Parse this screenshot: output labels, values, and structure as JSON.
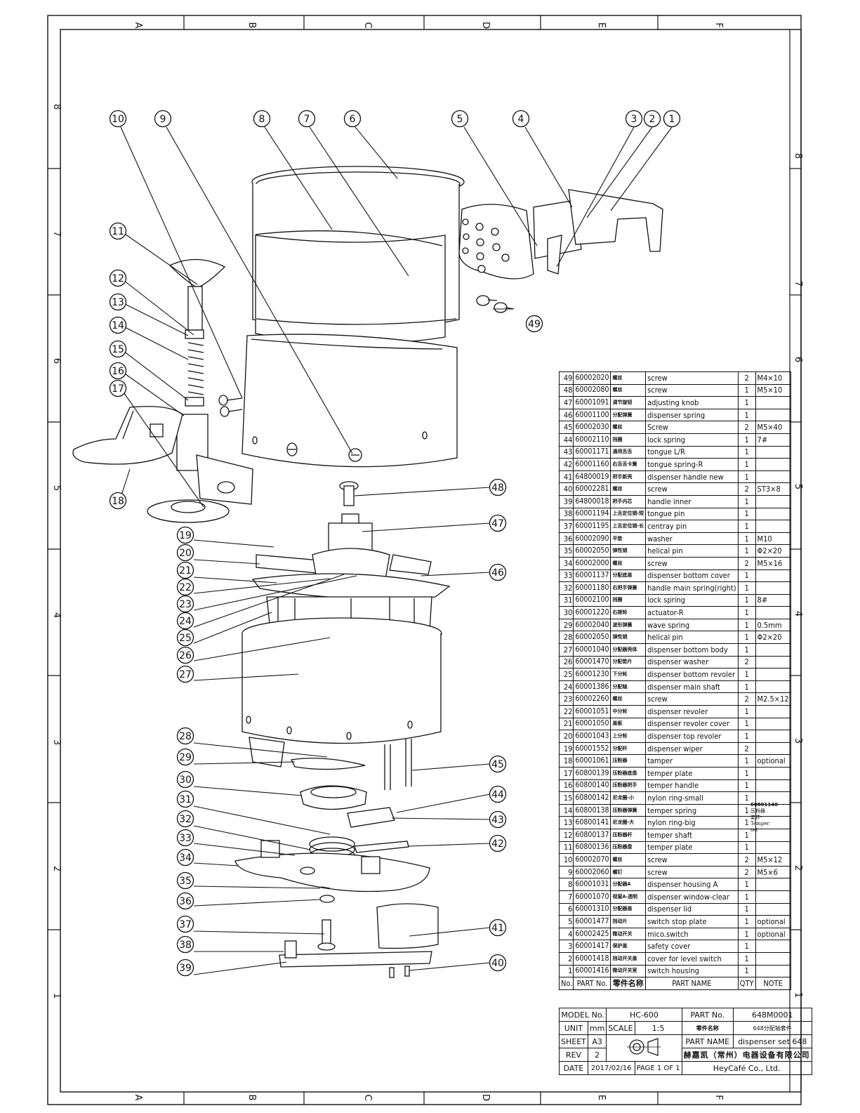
{
  "zones": {
    "columns": [
      "A",
      "B",
      "C",
      "D",
      "E",
      "F"
    ],
    "rows_left": [
      "8",
      "7",
      "6",
      "5",
      "4",
      "3",
      "2",
      "1"
    ],
    "rows_right": [
      "8",
      "7",
      "6",
      "5",
      "4",
      "3",
      "2",
      "1"
    ]
  },
  "balloons": [
    "1",
    "2",
    "3",
    "4",
    "5",
    "6",
    "7",
    "8",
    "9",
    "10",
    "11",
    "12",
    "13",
    "14",
    "15",
    "16",
    "17",
    "18",
    "19",
    "20",
    "21",
    "22",
    "23",
    "24",
    "25",
    "26",
    "27",
    "28",
    "29",
    "30",
    "31",
    "32",
    "33",
    "34",
    "35",
    "36",
    "37",
    "38",
    "39",
    "40",
    "41",
    "42",
    "43",
    "44",
    "45",
    "46",
    "47",
    "48",
    "49"
  ],
  "bom": {
    "rows": [
      {
        "no": "49",
        "pn": "60002020",
        "cn": "螺丝",
        "en": "screw",
        "q": "2",
        "note": "M4×10"
      },
      {
        "no": "48",
        "pn": "60002080",
        "cn": "螺丝",
        "en": "screw",
        "q": "1",
        "note": "M5×10"
      },
      {
        "no": "47",
        "pn": "60001091",
        "cn": "调节旋钮",
        "en": "adjusting knob",
        "q": "1",
        "note": ""
      },
      {
        "no": "46",
        "pn": "60001100",
        "cn": "分配弹簧",
        "en": "dispenser spring",
        "q": "1",
        "note": ""
      },
      {
        "no": "45",
        "pn": "60002030",
        "cn": "螺丝",
        "en": "Screw",
        "q": "2",
        "note": "M5×40"
      },
      {
        "no": "44",
        "pn": "60002110",
        "cn": "挡圈",
        "en": "lock spring",
        "q": "1",
        "note": "7#"
      },
      {
        "no": "43",
        "pn": "60001171",
        "cn": "通用舌舌",
        "en": "tongue L/R",
        "q": "1",
        "note": ""
      },
      {
        "no": "42",
        "pn": "60001160",
        "cn": "右舌舌卡簧",
        "en": "tongue spring-R",
        "q": "1",
        "note": ""
      },
      {
        "no": "41",
        "pn": "64800019",
        "cn": "把手新壳",
        "en": "dispenser handle new",
        "q": "1",
        "note": ""
      },
      {
        "no": "40",
        "pn": "60002281",
        "cn": "螺丝",
        "en": "screw",
        "q": "2",
        "note": "ST3×8"
      },
      {
        "no": "39",
        "pn": "64800018",
        "cn": "把手内芯",
        "en": "handle inner",
        "q": "1",
        "note": ""
      },
      {
        "no": "38",
        "pn": "60001194",
        "cn": "上舌定位销-短",
        "en": "tongue pin",
        "q": "1",
        "note": ""
      },
      {
        "no": "37",
        "pn": "60001195",
        "cn": "上舌定位销-长",
        "en": "centray pin",
        "q": "1",
        "note": ""
      },
      {
        "no": "36",
        "pn": "60002090",
        "cn": "平垫",
        "en": "washer",
        "q": "1",
        "note": "M10"
      },
      {
        "no": "35",
        "pn": "60002050",
        "cn": "弹性销",
        "en": "helical pin",
        "q": "1",
        "note": "Φ2×20"
      },
      {
        "no": "34",
        "pn": "60002000",
        "cn": "螺丝",
        "en": "screw",
        "q": "2",
        "note": "M5×16"
      },
      {
        "no": "33",
        "pn": "60001137",
        "cn": "分配底盖",
        "en": "dispenser bottom cover",
        "q": "1",
        "note": ""
      },
      {
        "no": "32",
        "pn": "60001180",
        "cn": "右把手弹簧",
        "en": "handle main spring(right)",
        "q": "1",
        "note": ""
      },
      {
        "no": "31",
        "pn": "60002100",
        "cn": "挡圈",
        "en": "lock spring",
        "q": "1",
        "note": "8#"
      },
      {
        "no": "30",
        "pn": "60001220",
        "cn": "右拨轮",
        "en": "actuator-R",
        "q": "1",
        "note": ""
      },
      {
        "no": "29",
        "pn": "60002040",
        "cn": "波形弹簧",
        "en": "wave spring",
        "q": "1",
        "note": "0.5mm"
      },
      {
        "no": "28",
        "pn": "60002050",
        "cn": "弹性销",
        "en": "helical pin",
        "q": "1",
        "note": "Φ2×20"
      },
      {
        "no": "27",
        "pn": "60001040",
        "cn": "分配器壳体",
        "en": "dispenser bottom body",
        "q": "1",
        "note": ""
      },
      {
        "no": "26",
        "pn": "60001470",
        "cn": "分配垫片",
        "en": "dispenser washer",
        "q": "2",
        "note": ""
      },
      {
        "no": "25",
        "pn": "60001230",
        "cn": "下分轮",
        "en": "dispenser bottom revoler",
        "q": "1",
        "note": ""
      },
      {
        "no": "24",
        "pn": "60001386",
        "cn": "分配轴",
        "en": "dispenser main shaft",
        "q": "1",
        "note": ""
      },
      {
        "no": "23",
        "pn": "60002260",
        "cn": "螺丝",
        "en": "screw",
        "q": "2",
        "note": "M2.5×12"
      },
      {
        "no": "22",
        "pn": "60001051",
        "cn": "中分轮",
        "en": "dispenser revoler",
        "q": "1",
        "note": ""
      },
      {
        "no": "21",
        "pn": "60001050",
        "cn": "盖板",
        "en": "dispenser revoler cover",
        "q": "1",
        "note": ""
      },
      {
        "no": "20",
        "pn": "60001043",
        "cn": "上分轮",
        "en": "dispenser top revoler",
        "q": "1",
        "note": ""
      },
      {
        "no": "19",
        "pn": "60001552",
        "cn": "分配杆",
        "en": "dispenser wiper",
        "q": "2",
        "note": ""
      },
      {
        "no": "18",
        "pn": "60001061",
        "cn": "压粉器",
        "en": "tamper",
        "q": "1",
        "note": "optional"
      },
      {
        "no": "17",
        "pn": "60800139",
        "cn": "压粉器底盘",
        "en": "temper plate",
        "q": "1",
        "note": ""
      },
      {
        "no": "16",
        "pn": "60800140",
        "cn": "压粉器把手",
        "en": "temper handle",
        "q": "1",
        "note": ""
      },
      {
        "no": "15",
        "pn": "60800142",
        "cn": "尼龙圈-小",
        "en": "nylon ring-small",
        "q": "1",
        "note": ""
      },
      {
        "no": "14",
        "pn": "60800138",
        "cn": "压粉器弹簧",
        "en": "temper spring",
        "q": "1",
        "note": ""
      },
      {
        "no": "13",
        "pn": "60800141",
        "cn": "尼龙圈-大",
        "en": "nylon ring-big",
        "q": "1",
        "note": ""
      },
      {
        "no": "12",
        "pn": "60800137",
        "cn": "压粉器杆",
        "en": "temper shaft",
        "q": "1",
        "note": ""
      },
      {
        "no": "11",
        "pn": "60800136",
        "cn": "压粉器盘",
        "en": "temper plate",
        "q": "1",
        "note": ""
      },
      {
        "no": "10",
        "pn": "60002070",
        "cn": "螺丝",
        "en": "screw",
        "q": "2",
        "note": "M5×12"
      },
      {
        "no": "9",
        "pn": "60002060",
        "cn": "螺钉",
        "en": "screw",
        "q": "2",
        "note": "M5×6"
      },
      {
        "no": "8",
        "pn": "60001031",
        "cn": "分配器A",
        "en": "dispenser housing A",
        "q": "1",
        "note": ""
      },
      {
        "no": "7",
        "pn": "60001070",
        "cn": "视窗A-透明",
        "en": "dispenser window-clear",
        "q": "1",
        "note": ""
      },
      {
        "no": "6",
        "pn": "60001310",
        "cn": "分配器盖",
        "en": "dispenser lid",
        "q": "1",
        "note": ""
      },
      {
        "no": "5",
        "pn": "60001477",
        "cn": "挡动片",
        "en": "switch stop plate",
        "q": "1",
        "note": "optional"
      },
      {
        "no": "4",
        "pn": "60002425",
        "cn": "微动开关",
        "en": "mico.switch",
        "q": "1",
        "note": "optional"
      },
      {
        "no": "3",
        "pn": "60001417",
        "cn": "保护盖",
        "en": "safety cover",
        "q": "1",
        "note": ""
      },
      {
        "no": "2",
        "pn": "60001418",
        "cn": "挡动开关盖",
        "en": "cover for level switch",
        "q": "1",
        "note": ""
      },
      {
        "no": "1",
        "pn": "60001416",
        "cn": "微动开关室",
        "en": "switch housing",
        "q": "1",
        "note": ""
      }
    ],
    "header": {
      "no": "No.",
      "pn": "PART No.",
      "cn": "零件名称",
      "en": "PART NAME",
      "q": "QTY",
      "note": "NOTE"
    },
    "group_note": {
      "code": "60801140",
      "line1": "压粉器",
      "line2": "套件-",
      "line3": "Temper",
      "line4": "set"
    }
  },
  "title_block": {
    "model_label": "MODEL No.",
    "model": "HC-600",
    "partno_label": "PART No.",
    "partno": "648M0001",
    "unit_label": "UNIT",
    "unit": "mm",
    "scale_label": "SCALE",
    "scale": "1:5",
    "name_cn_label": "零件名称",
    "name_cn": "648分配轴套件",
    "sheet_label": "SHEET",
    "sheet": "A3",
    "partname_label": "PART NAME",
    "partname": "dispenser set 648",
    "rev_label": "REV",
    "rev": "2",
    "company_cn": "赫嘉凯（常州）电器设备有限公司",
    "date_label": "DATE",
    "date": "2017/02/16",
    "page": "PAGE 1 OF 1",
    "company_en": "HeyCafé Co., Ltd."
  }
}
